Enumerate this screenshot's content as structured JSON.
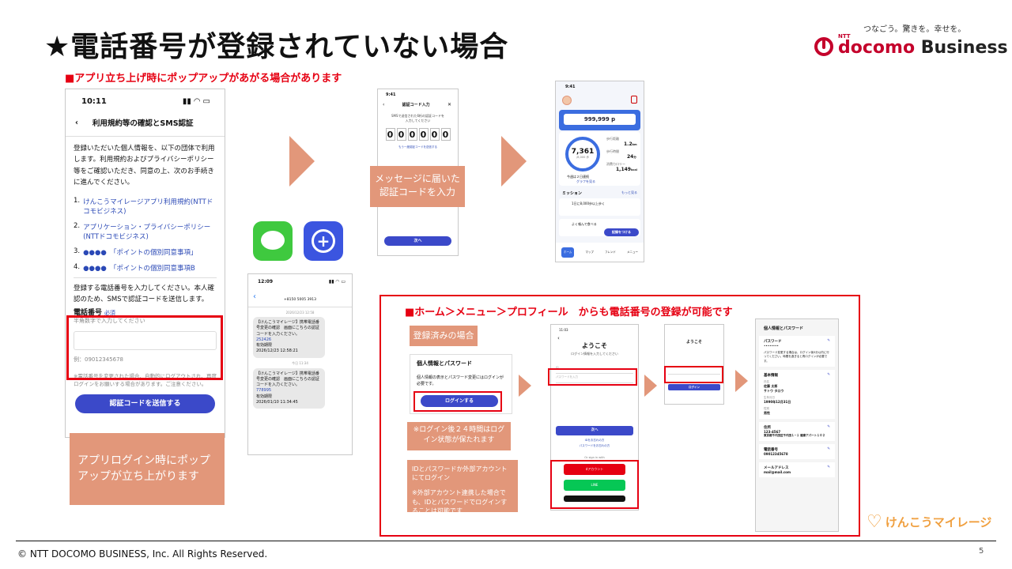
{
  "header": {
    "title": "★電話番号が登録されていない場合",
    "tagline": "つなごう。驚きを。幸せを。",
    "ntt_label": "NTT",
    "brand_d": "d",
    "brand_rest": "ocomo",
    "brand_business": "Business"
  },
  "section1": {
    "subtitle": "■アプリ立ち上げ時にポップアップがあがる場合があります"
  },
  "phone1": {
    "time": "10:11",
    "title": "利用規約等の確認とSMS認証",
    "intro": "登録いただいた個人情報を、以下の団体で利用します。利用規約およびプライバシーポリシー等をご確認いただき、同意の上、次のお手続きに進んでください。",
    "items": [
      {
        "num": "1.",
        "text": "けんこうマイレージアプリ利用規約(NTTドコモビジネス)"
      },
      {
        "num": "2.",
        "text": "アプリケーション・プライバシーポリシー(NTTドコモビジネス)"
      },
      {
        "num": "3.",
        "text": "●●●●　「ポイントの個別同意事項」"
      },
      {
        "num": "4.",
        "text": "●●●●　「ポイントの個別同意事項B"
      }
    ],
    "phone_prompt": "登録する電話番号を入力してください。本人確認のため、SMSで認証コードを送信します。",
    "phone_label": "電話番号",
    "required": "必須",
    "hint": "半角数字で入力してください",
    "example": "例：09012345678",
    "notice": "※電話番号を変更された場合、自動的にログアウトされ、再度ログインをお願いする場合があります。ご注意ください。",
    "send_button": "認証コードを送信する"
  },
  "caption1": "アプリログイン時にポップアップが立ち上がります",
  "sms": {
    "time": "12:09",
    "sender": "+8150 5005 3913",
    "date1": "2026/12/23 12:58",
    "msg1": "【けんこうマイレージ】携帯電話番号変更の確認　画面にこちらの認証コードを入力ください。",
    "code1": "252426",
    "sign1": "有効期限",
    "ts1": "2026/12/23 12:58:21",
    "date2": "今日 11:34",
    "msg2": "【けんこうマイレージ】携帯電話番号変更の確認　画面にこちらの認証コードを入力ください。",
    "code2": "778995",
    "sign2": "有効期限",
    "ts2": "2026/01/10 11:34:45"
  },
  "code_screen": {
    "time": "9:41",
    "title": "認証コード入力",
    "desc": "SMSで送信された6桁の認証コードを入力してください",
    "digits": [
      "0",
      "0",
      "0",
      "0",
      "0",
      "0"
    ],
    "resend": "もう一度認証コードを送信する",
    "next": "次へ"
  },
  "caption2": "メッセージに届いた認証コードを入力",
  "home": {
    "time": "9:41",
    "points": "999,999 p",
    "steps": "7,361",
    "steps_goal": "/8,000 歩",
    "distance_label": "歩行距離",
    "distance": "1.2",
    "distance_unit": "km",
    "time_label": "歩行時間",
    "time_val": "24",
    "time_unit": "分",
    "kcal_label": "消費カロリー",
    "kcal": "1,149",
    "kcal_unit": "kcal",
    "streak": "今週は２日連続",
    "graph": "グラフを見る",
    "mission": "ミッション",
    "more": "もっと見る",
    "m1": "1日に8,000歩以上歩く",
    "m2": "よく噛んで食べる",
    "record": "記録をつける",
    "nav": [
      "ホーム",
      "マップ",
      "フレンド",
      "メニュー"
    ]
  },
  "section2": {
    "subtitle": "■ホーム＞メニュー＞プロフィール　からも電話番号の登録が可能です",
    "registered_badge": "登録済みの場合",
    "card_title": "個人情報とパスワード",
    "card_text": "個人情報の表示とパスワード変更にはログインが必要です。",
    "login_btn": "ログインする",
    "note24": "※ログイン後２４時間はログイン状態が保たれます",
    "note_login": "IDとパスワードか外部アカウントにてログイン",
    "note_ext": "※外部アカウント連携した場合でも、IDとパスワードでログインすることは可能です"
  },
  "login": {
    "time": "11:03",
    "welcome": "ようこそ",
    "desc": "ログイン情報を入力してください",
    "id_ph": "ID",
    "pw_ph": "パスワードを入力",
    "next": "次へ",
    "forgot": "IDをお忘れの方",
    "forgot2": "パスワードをお忘れの方",
    "or": "Or sign in with",
    "daccount": "dアカウント",
    "line": "LINE"
  },
  "login2": {
    "welcome": "ようこそ",
    "login_btn": "ログイン"
  },
  "profile": {
    "title": "個人情報とパスワード",
    "pw_label": "パスワード",
    "pw_val": "••••••••",
    "pw_note": "パスワード変更する場合は、ログイン後5分以内に行ってください。時間を過ぎると再ログインが必要です。",
    "basic": "基本情報",
    "name_label": "氏名",
    "name": "佐藤 太郎",
    "kana": "サトウ タロウ",
    "birth_label": "生年月日",
    "birth": "1990年12月31日",
    "sex_label": "性別",
    "sex": "男性",
    "addr_label": "住所",
    "zip": "123-4567",
    "addr": "東京都千代田区千代田１−１ 健康アパート１０２",
    "tel_label": "電話番号",
    "tel": "09012345678",
    "mail_label": "メールアドレス",
    "mail": "mail@mail.com"
  },
  "kenko_logo": "けんこうマイレージ",
  "footer": {
    "copyright": "© NTT DOCOMO BUSINESS, Inc. All Rights Reserved.",
    "page": "5"
  },
  "colors": {
    "accent_red": "#e60012",
    "salmon": "#e2977a",
    "button_blue": "#3b49c9",
    "home_blue": "#3b6de0",
    "brand_red": "#c4002b"
  }
}
